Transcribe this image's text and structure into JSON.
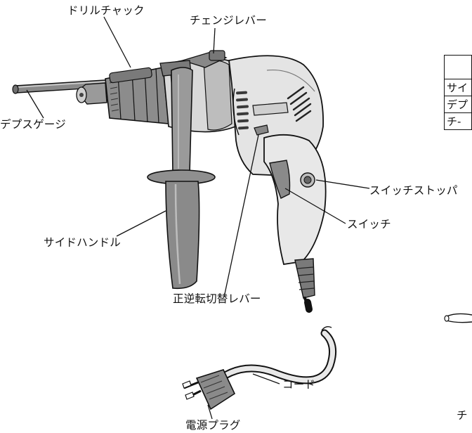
{
  "labels": {
    "drill_chuck": "ドリルチャック",
    "change_lever": "チェンジレバー",
    "depth_gauge": "デプスゲージ",
    "switch_stopper": "スイッチストッパ",
    "side_handle": "サイドハンドル",
    "switch": "スイッチ",
    "reverse_lever": "正逆転切替レバー",
    "cord": "コード",
    "power_plug": "電源プラグ",
    "cut_off_bottom": "チ"
  },
  "table": {
    "header": "",
    "rows": [
      "サイ",
      "デプ",
      "チ-"
    ]
  }
}
